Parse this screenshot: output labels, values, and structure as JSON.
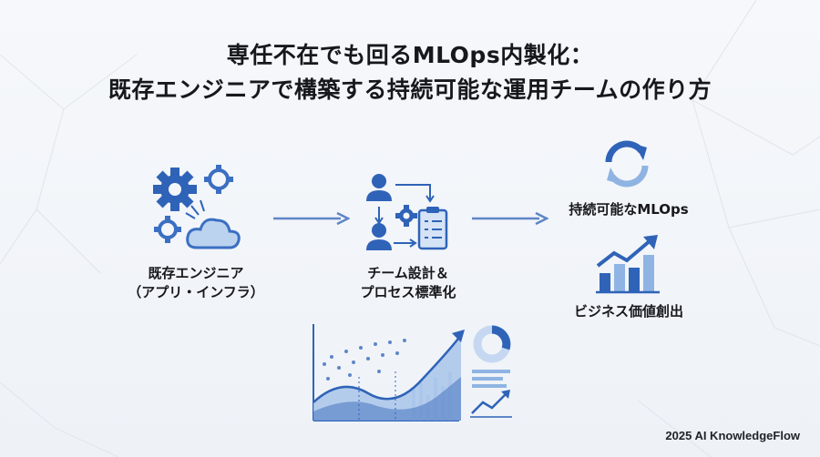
{
  "title": {
    "line1": "専任不在でも回るMLOps内製化：",
    "line2": "既存エンジニアで構築する持続可能な運用チームの作り方"
  },
  "nodes": {
    "engineers": {
      "line1": "既存エンジニア",
      "line2": "（アプリ・インフラ）",
      "icon": "gears-cloud-icon"
    },
    "team_design": {
      "line1": "チーム設計＆",
      "line2": "プロセス標準化",
      "icon": "team-process-icon"
    },
    "sustainable": {
      "label": "持続可能なMLOps",
      "icon": "refresh-cycle-icon"
    },
    "business": {
      "label": "ビジネス価値創出",
      "icon": "growth-chart-icon"
    }
  },
  "decoration": {
    "icon": "analytics-dashboard-icon"
  },
  "footer": {
    "text": "2025 AI KnowledgeFlow"
  },
  "colors": {
    "primary": "#2f63b8",
    "light": "#8fb4e3",
    "arrow": "#5d86c9",
    "text": "#16181c"
  }
}
